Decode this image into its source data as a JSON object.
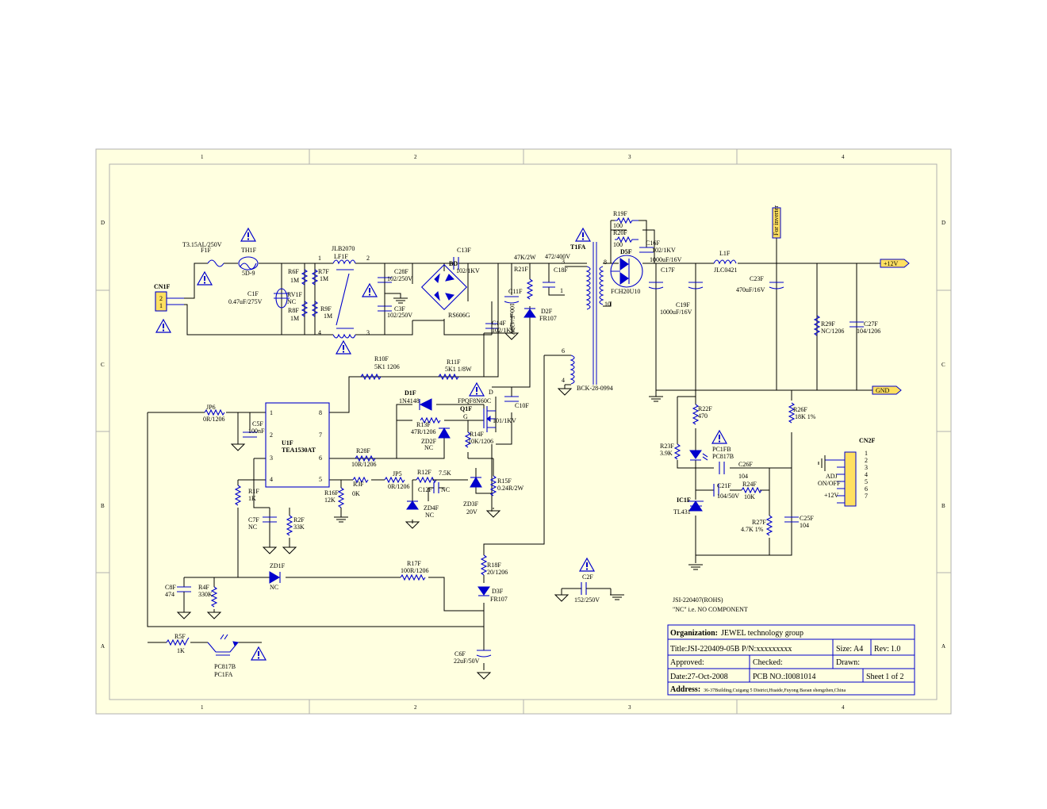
{
  "frame": {
    "cols": [
      "1",
      "2",
      "3",
      "4"
    ],
    "rows": [
      "D",
      "C",
      "B",
      "A"
    ],
    "background": "#ffffe0",
    "border": "#b0b0b0"
  },
  "labels": [
    {
      "id": "f1-val",
      "text": "T3.15AL/250V"
    },
    {
      "id": "f1-ref",
      "text": "F1F"
    },
    {
      "id": "th1-ref",
      "text": "TH1F"
    },
    {
      "id": "th1-val",
      "text": "5D-9"
    },
    {
      "id": "cn1",
      "text": "CN1F"
    },
    {
      "id": "cn1-2",
      "text": "2"
    },
    {
      "id": "cn1-1",
      "text": "1"
    },
    {
      "id": "c1-ref",
      "text": "C1F"
    },
    {
      "id": "c1-val",
      "text": "0.47uF/275V"
    },
    {
      "id": "rv1-ref",
      "text": "RV1F"
    },
    {
      "id": "rv1-val",
      "text": "NC"
    },
    {
      "id": "r6-ref",
      "text": "R6F"
    },
    {
      "id": "r6-val",
      "text": "1M"
    },
    {
      "id": "r7-ref",
      "text": "R7F"
    },
    {
      "id": "r7-val",
      "text": "1M"
    },
    {
      "id": "r8-ref",
      "text": "R8F"
    },
    {
      "id": "r8-val",
      "text": "1M"
    },
    {
      "id": "r9-ref",
      "text": "R9F"
    },
    {
      "id": "r9-val",
      "text": "1M"
    },
    {
      "id": "lf1-part",
      "text": "JLB2070"
    },
    {
      "id": "lf1-ref",
      "text": "LF1F"
    },
    {
      "id": "lf1-p1",
      "text": "1"
    },
    {
      "id": "lf1-p2",
      "text": "2"
    },
    {
      "id": "lf1-p3",
      "text": "3"
    },
    {
      "id": "lf1-p4",
      "text": "4"
    },
    {
      "id": "c28-ref",
      "text": "C28F"
    },
    {
      "id": "c28-val",
      "text": "102/250V"
    },
    {
      "id": "c3-ref",
      "text": "C3F"
    },
    {
      "id": "c3-val",
      "text": "102/250V"
    },
    {
      "id": "c13-ref",
      "text": "C13F"
    },
    {
      "id": "c13-val",
      "text": "102/1KV"
    },
    {
      "id": "bd",
      "text": "BD"
    },
    {
      "id": "bd-val",
      "text": "RS606G"
    },
    {
      "id": "c14-ref",
      "text": "C14F"
    },
    {
      "id": "c14-val",
      "text": "102/1KV"
    },
    {
      "id": "c11-ref",
      "text": "C11F"
    },
    {
      "id": "c11-val",
      "text": "100uF/420V"
    },
    {
      "id": "r21-val",
      "text": "47K/2W"
    },
    {
      "id": "r21-ref",
      "text": "R21F"
    },
    {
      "id": "c18-val",
      "text": "472/400V"
    },
    {
      "id": "c18-ref",
      "text": "C18F"
    },
    {
      "id": "d2-ref",
      "text": "D2F"
    },
    {
      "id": "d2-val",
      "text": "FR107"
    },
    {
      "id": "t1-ref",
      "text": "T1FA"
    },
    {
      "id": "t1-p3",
      "text": "3"
    },
    {
      "id": "t1-p1",
      "text": "1"
    },
    {
      "id": "t1-p8",
      "text": "8"
    },
    {
      "id": "t1-p10",
      "text": "10"
    },
    {
      "id": "t1-p6",
      "text": "6"
    },
    {
      "id": "t1-p4",
      "text": "4"
    },
    {
      "id": "t1-part",
      "text": "BCK-28-0994"
    },
    {
      "id": "r19-ref",
      "text": "R19F"
    },
    {
      "id": "r19-val",
      "text": "100"
    },
    {
      "id": "r20-ref",
      "text": "R20F"
    },
    {
      "id": "r20-val",
      "text": "100"
    },
    {
      "id": "c16-ref",
      "text": "C16F"
    },
    {
      "id": "c16-val",
      "text": "102/1KV"
    },
    {
      "id": "d5-ref",
      "text": "D5F"
    },
    {
      "id": "d5-val",
      "text": "FCH20U10"
    },
    {
      "id": "c17-val",
      "text": "1000uF/16V"
    },
    {
      "id": "c17-ref",
      "text": "C17F"
    },
    {
      "id": "c19-ref",
      "text": "C19F"
    },
    {
      "id": "c19-val",
      "text": "1000uF/16V"
    },
    {
      "id": "l1-ref",
      "text": "L1F"
    },
    {
      "id": "l1-val",
      "text": "JLC0421"
    },
    {
      "id": "c23-ref",
      "text": "C23F"
    },
    {
      "id": "c23-val",
      "text": "470uF/16V"
    },
    {
      "id": "for-inverter",
      "text": "For inverter"
    },
    {
      "id": "net-12v",
      "text": "+12V"
    },
    {
      "id": "net-gnd",
      "text": "GND"
    },
    {
      "id": "r29-ref",
      "text": "R29F"
    },
    {
      "id": "r29-val",
      "text": "NC/1206"
    },
    {
      "id": "c27-ref",
      "text": "C27F"
    },
    {
      "id": "c27-val",
      "text": "104/1206"
    },
    {
      "id": "r10-ref",
      "text": "R10F"
    },
    {
      "id": "r10-val",
      "text": "5K1 1206"
    },
    {
      "id": "r11-ref",
      "text": "R11F"
    },
    {
      "id": "r11-val",
      "text": "5K1 1/8W"
    },
    {
      "id": "jp6-ref",
      "text": "JP6"
    },
    {
      "id": "jp6-val",
      "text": "0R/1206"
    },
    {
      "id": "c5-ref",
      "text": "C5F"
    },
    {
      "id": "c5-val",
      "text": "100nF"
    },
    {
      "id": "u1-ref",
      "text": "U1F"
    },
    {
      "id": "u1-val",
      "text": "TEA1530AT"
    },
    {
      "id": "u1-p1",
      "text": "1"
    },
    {
      "id": "u1-p2",
      "text": "2"
    },
    {
      "id": "u1-p3",
      "text": "3"
    },
    {
      "id": "u1-p4",
      "text": "4"
    },
    {
      "id": "u1-p5",
      "text": "5"
    },
    {
      "id": "u1-p6",
      "text": "6"
    },
    {
      "id": "u1-p7",
      "text": "7"
    },
    {
      "id": "u1-p8",
      "text": "8"
    },
    {
      "id": "d1-ref",
      "text": "D1F"
    },
    {
      "id": "d1-val",
      "text": "1N4148"
    },
    {
      "id": "r13-ref",
      "text": "R13F"
    },
    {
      "id": "r13-val",
      "text": "47R/1206"
    },
    {
      "id": "zd2-ref",
      "text": "ZD2F"
    },
    {
      "id": "zd2-val",
      "text": "NC"
    },
    {
      "id": "q1-part",
      "text": "FPQF8N60C"
    },
    {
      "id": "q1-ref",
      "text": "Q1F"
    },
    {
      "id": "q1-g",
      "text": "G"
    },
    {
      "id": "q1-d",
      "text": "D"
    },
    {
      "id": "r14-ref",
      "text": "R14F"
    },
    {
      "id": "r14-val",
      "text": "10K/1206"
    },
    {
      "id": "c10-ref",
      "text": "C10F"
    },
    {
      "id": "c10-val",
      "text": "101/1KV"
    },
    {
      "id": "r28-ref",
      "text": "R28F"
    },
    {
      "id": "r28-val",
      "text": "10R/1206"
    },
    {
      "id": "r3-ref",
      "text": "R3F"
    },
    {
      "id": "r3-val",
      "text": "0K"
    },
    {
      "id": "r16-ref",
      "text": "R16F"
    },
    {
      "id": "r16-val",
      "text": "12K"
    },
    {
      "id": "jp5-ref",
      "text": "JP5"
    },
    {
      "id": "jp5-val",
      "text": "0R/1206"
    },
    {
      "id": "r12-ref",
      "text": "R12F"
    },
    {
      "id": "r12-val",
      "text": "7.5K"
    },
    {
      "id": "c12-ref",
      "text": "C12F"
    },
    {
      "id": "c12-val",
      "text": "NC"
    },
    {
      "id": "zd4-ref",
      "text": "ZD4F"
    },
    {
      "id": "zd4-val",
      "text": "NC"
    },
    {
      "id": "r15-ref",
      "text": "R15F"
    },
    {
      "id": "r15-val",
      "text": "0.24R/2W"
    },
    {
      "id": "zd3-ref",
      "text": "ZD3F"
    },
    {
      "id": "zd3-val",
      "text": "20V"
    },
    {
      "id": "r1-ref",
      "text": "R1F"
    },
    {
      "id": "r1-val",
      "text": "1K"
    },
    {
      "id": "c7-ref",
      "text": "C7F"
    },
    {
      "id": "c7-val",
      "text": "NC"
    },
    {
      "id": "r2-ref",
      "text": "R2F"
    },
    {
      "id": "r2-val",
      "text": "33K"
    },
    {
      "id": "zd1-ref",
      "text": "ZD1F"
    },
    {
      "id": "zd1-val",
      "text": "NC"
    },
    {
      "id": "r17-ref",
      "text": "R17F"
    },
    {
      "id": "r17-val",
      "text": "100R/1206"
    },
    {
      "id": "r18-ref",
      "text": "R18F"
    },
    {
      "id": "r18-val",
      "text": "20/1206"
    },
    {
      "id": "d3-ref",
      "text": "D3F"
    },
    {
      "id": "d3-val",
      "text": "FR107"
    },
    {
      "id": "c8-ref",
      "text": "C8F"
    },
    {
      "id": "c8-val",
      "text": "474"
    },
    {
      "id": "r4-ref",
      "text": "R4F"
    },
    {
      "id": "r4-val",
      "text": "330K"
    },
    {
      "id": "c2-ref",
      "text": "C2F"
    },
    {
      "id": "c2-val",
      "text": "152/250V"
    },
    {
      "id": "r5-ref",
      "text": "R5F"
    },
    {
      "id": "r5-val",
      "text": "1K"
    },
    {
      "id": "pc1a-part",
      "text": "PC817B"
    },
    {
      "id": "pc1a-ref",
      "text": "PC1FA"
    },
    {
      "id": "c6-ref",
      "text": "C6F"
    },
    {
      "id": "c6-val",
      "text": "22uF/50V"
    },
    {
      "id": "r22-ref",
      "text": "R22F"
    },
    {
      "id": "r22-val",
      "text": "470"
    },
    {
      "id": "r23-ref",
      "text": "R23F"
    },
    {
      "id": "r23-val",
      "text": "3.9K"
    },
    {
      "id": "pc1b-ref",
      "text": "PC1FB"
    },
    {
      "id": "pc1b-part",
      "text": "PC817B"
    },
    {
      "id": "c26-ref",
      "text": "C26F"
    },
    {
      "id": "c26-val",
      "text": "104"
    },
    {
      "id": "r26-ref",
      "text": "R26F"
    },
    {
      "id": "r26-val",
      "text": "18K 1%"
    },
    {
      "id": "c21-ref",
      "text": "C21F"
    },
    {
      "id": "c21-val",
      "text": "104/50V"
    },
    {
      "id": "r24-ref",
      "text": "R24F"
    },
    {
      "id": "r24-val",
      "text": "10K"
    },
    {
      "id": "ic1-ref",
      "text": "IC1F"
    },
    {
      "id": "ic1-val",
      "text": "TL431"
    },
    {
      "id": "r27-ref",
      "text": "R27F"
    },
    {
      "id": "r27-val",
      "text": "4.7K 1%"
    },
    {
      "id": "c25-ref",
      "text": "C25F"
    },
    {
      "id": "c25-val",
      "text": "104"
    },
    {
      "id": "cn2",
      "text": "CN2F"
    },
    {
      "id": "cn2-1",
      "text": "1"
    },
    {
      "id": "cn2-2",
      "text": "2"
    },
    {
      "id": "cn2-3",
      "text": "3"
    },
    {
      "id": "cn2-4",
      "text": "4"
    },
    {
      "id": "cn2-5",
      "text": "5"
    },
    {
      "id": "cn2-6",
      "text": "6"
    },
    {
      "id": "cn2-7",
      "text": "7"
    },
    {
      "id": "cn2-adj",
      "text": "ADJ"
    },
    {
      "id": "cn2-onoff",
      "text": "ON/OFF"
    },
    {
      "id": "cn2-12v",
      "text": "+12V"
    },
    {
      "id": "note1",
      "text": "JSI-220407(ROHS)"
    },
    {
      "id": "note2",
      "text": "\"NC\" i.e. NO COMPONENT"
    }
  ],
  "title_block": {
    "org_label": "Organization:",
    "org_value": "JEWEL technology group",
    "title_label": "Title:",
    "title_value": "JSI-220409-05B",
    "pn_label": "P/N:",
    "pn_value": "xxxxxxxxx",
    "size_label": "Size:",
    "size_value": "A4",
    "rev_label": "Rev:",
    "rev_value": "1.0",
    "approved_label": "Approved:",
    "checked_label": "Checked:",
    "drawn_label": "Drawn:",
    "date_label": "Date:",
    "date_value": "27-Oct-2008",
    "pcb_label": "PCB NO.:",
    "pcb_value": "I0081014",
    "sheet_label": "Sheet",
    "sheet_value": "1 of 2",
    "address_label": "Address:",
    "address_value": "36-37Building,Cuigang 5 District,Huaide,Fuyong Baoan shengzhen,China"
  },
  "colors": {
    "symbol": "#0000cc",
    "wire": "#000000",
    "frame": "#b0b0b0",
    "label_bg": "#ffe060"
  }
}
